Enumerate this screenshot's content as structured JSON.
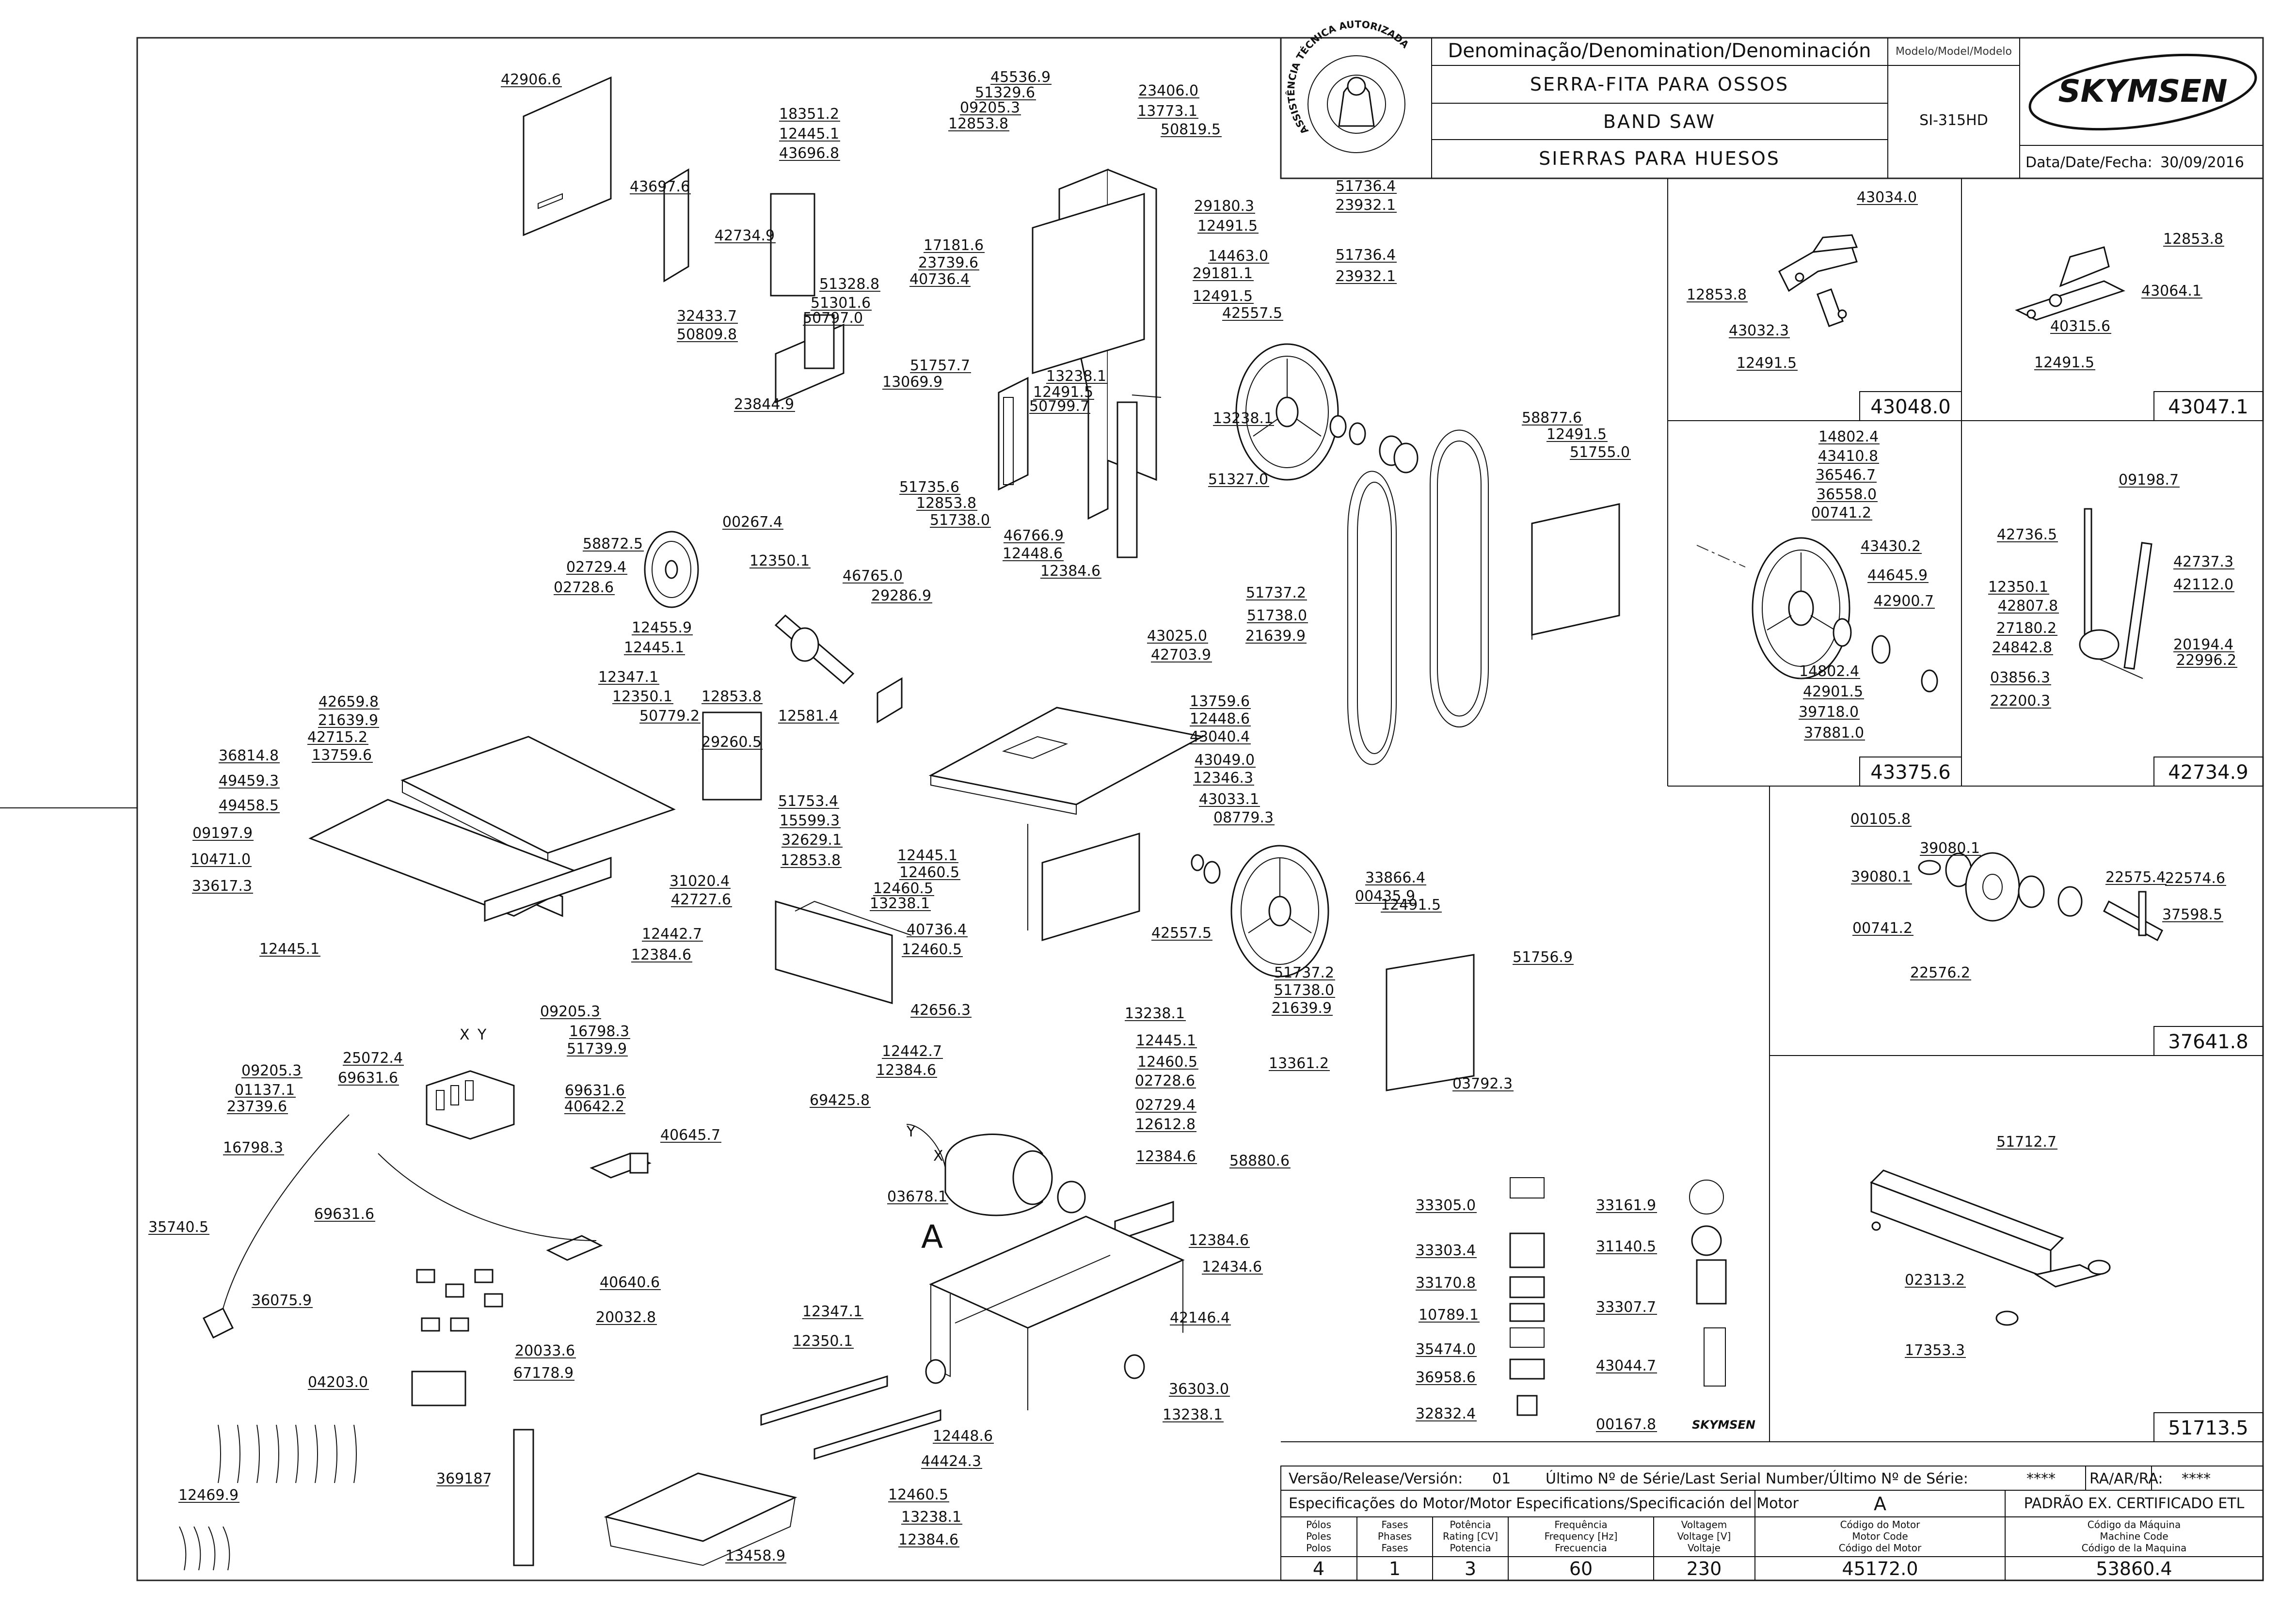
{
  "title_block": {
    "denomination_label": "Denominação/Denomination/Denominación",
    "model_label": "Modelo/Model/Modelo",
    "names": [
      "SERRA-FITA PARA OSSOS",
      "BAND SAW",
      "SIERRAS PARA HUESOS"
    ],
    "model_value": "SI-315HD",
    "brand": "SKYMSEN",
    "date_label": "Data/Date/Fecha:",
    "date_value": "30/09/2016",
    "badge_text": "ASSISTÊNCIA TÉCNICA AUTORIZADA"
  },
  "release_row": {
    "version_label": "Versão/Release/Versión:",
    "version_value": "01",
    "serial_label": "Último Nº de Série/Last Serial Number/Último Nº de Série:",
    "serial_value": "****",
    "ra_label": "RA/AR/RA:",
    "ra_value": "****"
  },
  "motor_spec": {
    "title": "Especificações do Motor/Motor Especifications/Specificación del Motor",
    "motor_letter": "A",
    "standard": "PADRÃO EX. CERTIFICADO ETL",
    "columns": [
      {
        "header": [
          "Pólos",
          "Poles",
          "Polos"
        ],
        "value": "4"
      },
      {
        "header": [
          "Fases",
          "Phases",
          "Fases"
        ],
        "value": "1"
      },
      {
        "header": [
          "Potência",
          "Rating [CV]",
          "Potencia"
        ],
        "value": "3"
      },
      {
        "header": [
          "Frequência",
          "Frequency [Hz]",
          "Frecuencia"
        ],
        "value": "60"
      },
      {
        "header": [
          "Voltagem",
          "Voltage [V]",
          "Voltaje"
        ],
        "value": "230"
      },
      {
        "header": [
          "Código do Motor",
          "Motor Code",
          "Código del Motor"
        ],
        "value": "45172.0"
      },
      {
        "header": [
          "Código da Máquina",
          "Machine Code",
          "Código de la Maquina"
        ],
        "value": "53860.4"
      }
    ]
  },
  "panels": {
    "p43048": {
      "id": "43048.0",
      "callouts": [
        "43034.0",
        "12853.8",
        "43032.3",
        "12491.5"
      ]
    },
    "p43047": {
      "id": "43047.1",
      "callouts": [
        "12853.8",
        "43064.1",
        "40315.6",
        "12491.5"
      ]
    },
    "p43375": {
      "id": "43375.6",
      "callouts": [
        "14802.4",
        "43410.8",
        "36546.7",
        "36558.0",
        "00741.2",
        "43430.2",
        "44645.9",
        "42900.7",
        "14802.4",
        "42901.5",
        "39718.0",
        "37881.0"
      ]
    },
    "p42734": {
      "id": "42734.9",
      "callouts": [
        "09198.7",
        "42736.5",
        "42737.3",
        "12350.1",
        "42112.0",
        "42807.8",
        "27180.2",
        "24842.8",
        "20194.4",
        "22996.2",
        "03856.3",
        "22200.3"
      ]
    },
    "p37641": {
      "id": "37641.8",
      "callouts": [
        "00105.8",
        "39080.1",
        "39080.1",
        "22575.4",
        "22574.6",
        "37598.5",
        "00741.2",
        "22576.2"
      ]
    },
    "p51713": {
      "id": "51713.5",
      "callouts": [
        "51712.7",
        "02313.2",
        "17353.3"
      ]
    }
  },
  "main_callouts": [
    "42906.6",
    "42734.9",
    "18351.2",
    "12445.1",
    "43696.8",
    "43697.6",
    "45536.9",
    "51329.6",
    "09205.3",
    "12853.8",
    "23406.0",
    "13773.1",
    "50819.5",
    "29180.3",
    "12491.5",
    "17181.6",
    "23739.6",
    "40736.4",
    "14463.0",
    "29181.1",
    "51328.8",
    "51301.6",
    "50797.0",
    "12491.5",
    "42557.5",
    "32433.7",
    "50809.8",
    "51757.7",
    "13069.9",
    "13238.1",
    "12491.5",
    "50799.7",
    "23844.9",
    "13238.1",
    "51327.0",
    "51735.6",
    "12853.8",
    "51738.0",
    "51736.4",
    "23932.1",
    "51736.4",
    "23932.1",
    "58877.6",
    "12491.5",
    "51755.0",
    "51737.2",
    "51738.0",
    "21639.9",
    "00267.4",
    "58872.5",
    "02729.4",
    "02728.6",
    "12350.1",
    "46766.9",
    "12448.6",
    "46765.0",
    "29286.9",
    "12384.6",
    "12455.9",
    "12445.1",
    "43025.0",
    "42703.9",
    "12581.4",
    "12347.1",
    "12350.1",
    "12853.8",
    "50779.2",
    "42659.8",
    "21639.9",
    "42715.2",
    "13759.6",
    "29260.5",
    "36814.8",
    "49459.3",
    "49458.5",
    "09197.9",
    "10471.0",
    "33617.3",
    "12445.1",
    "31020.4",
    "42727.6",
    "13759.6",
    "12448.6",
    "43040.4",
    "43049.0",
    "12346.3",
    "43033.1",
    "08779.3",
    "51753.4",
    "15599.3",
    "32629.1",
    "12853.8",
    "12445.1",
    "12460.5",
    "12460.5",
    "13238.1",
    "40736.4",
    "12460.5",
    "42557.5",
    "33866.4",
    "00435.9",
    "12491.5",
    "51756.9",
    "51737.2",
    "51738.0",
    "21639.9",
    "13361.2",
    "03792.3",
    "12442.7",
    "12384.6",
    "42656.3",
    "12442.7",
    "12384.6",
    "13238.1",
    "09205.3",
    "16798.3",
    "51739.9",
    "25072.4",
    "69631.6",
    "09205.3",
    "01137.1",
    "23739.6",
    "16798.3",
    "69631.6",
    "40642.2",
    "40645.7",
    "35740.5",
    "69631.6",
    "40640.6",
    "36075.9",
    "20032.8",
    "20033.6",
    "67178.9",
    "04203.0",
    "12469.9",
    "369187",
    "13458.9",
    "69425.8",
    "03678.1",
    "12445.1",
    "12460.5",
    "02728.6",
    "02729.4",
    "12612.8",
    "12384.6",
    "58880.6",
    "12384.6",
    "12434.6",
    "12347.1",
    "12350.1",
    "42146.4",
    "36303.0",
    "13238.1",
    "12448.6",
    "44424.3",
    "12460.5",
    "13238.1",
    "12384.6"
  ],
  "motor_label": "A",
  "motor_arrow_labels": [
    "Y",
    "X"
  ],
  "wire_labels": [
    "X",
    "Y"
  ],
  "labels_panel": [
    "33305.0",
    "33303.4",
    "33170.8",
    "10789.1",
    "35474.0",
    "36958.6",
    "32832.4",
    "33161.9",
    "31140.5",
    "33307.7",
    "43044.7",
    "00167.8"
  ]
}
